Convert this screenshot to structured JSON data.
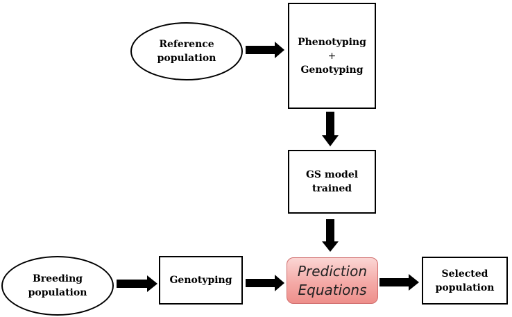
{
  "nodes": {
    "reference_population": [
      "Reference",
      "population"
    ],
    "phenotyping_genotyping": [
      "Phenotyping",
      "+",
      "Genotyping"
    ],
    "gs_model": [
      "GS model",
      "trained"
    ],
    "breeding_population": [
      "Breeding",
      "population"
    ],
    "genotyping": [
      "Genotyping"
    ],
    "prediction_equations": [
      "Prediction",
      "Equations"
    ],
    "selected_population": [
      "Selected",
      "population"
    ]
  },
  "colors": {
    "stroke": "#000000",
    "prediction_fill": "#f4aaa7",
    "prediction_border": "#d06c6c"
  }
}
